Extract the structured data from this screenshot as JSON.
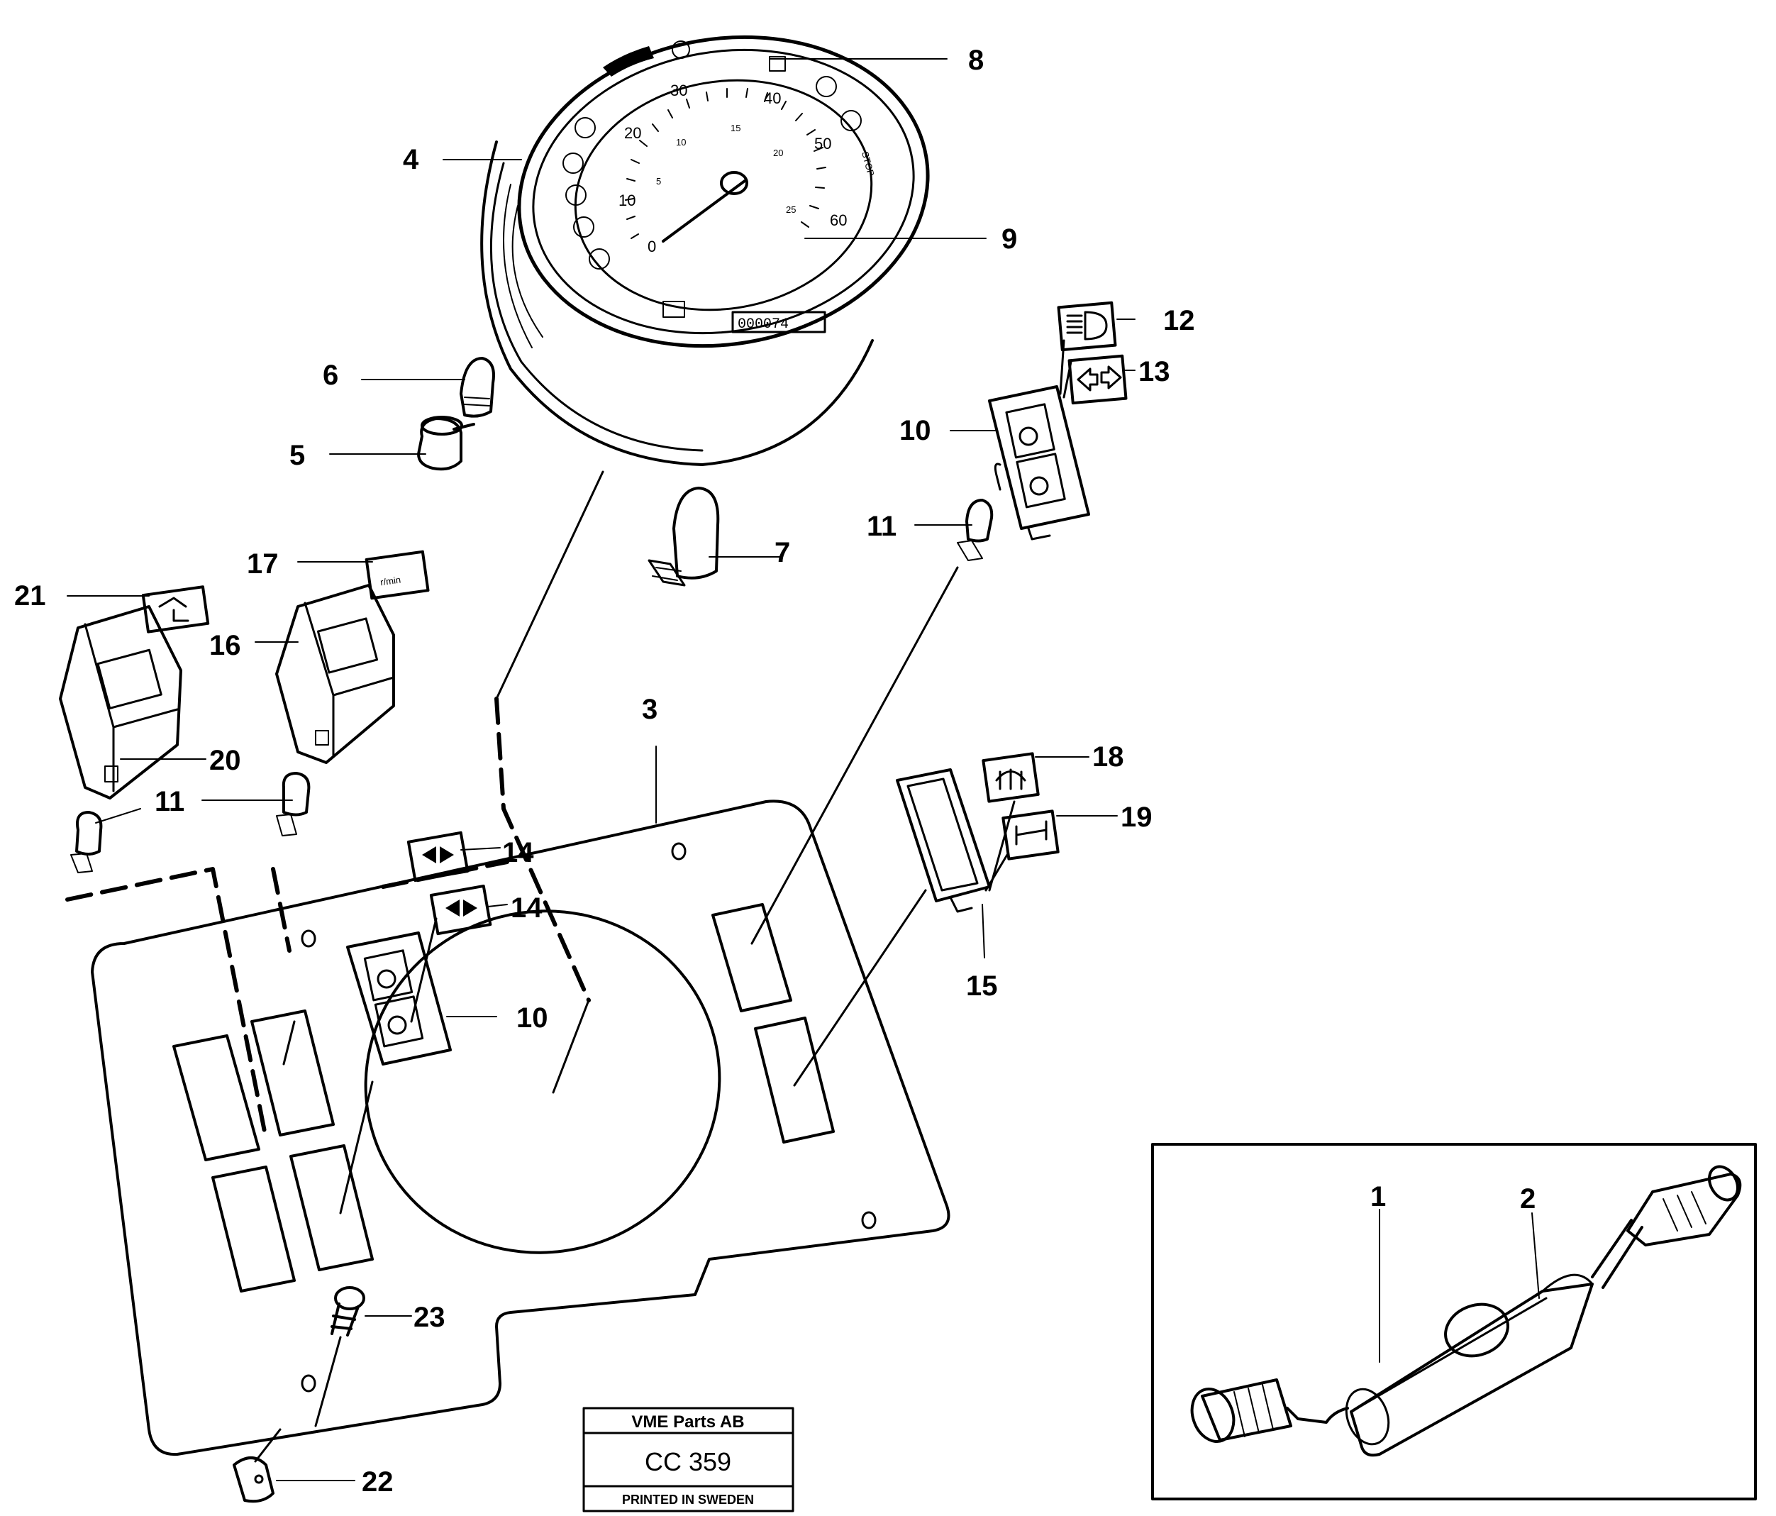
{
  "callouts": {
    "c1": "1",
    "c2": "2",
    "c3": "3",
    "c4": "4",
    "c5": "5",
    "c6": "6",
    "c7": "7",
    "c8": "8",
    "c9": "9",
    "c10a": "10",
    "c10b": "10",
    "c11a": "11",
    "c11b": "11",
    "c12": "12",
    "c13": "13",
    "c14a": "14",
    "c14b": "14",
    "c15": "15",
    "c16": "16",
    "c17": "17",
    "c18": "18",
    "c19": "19",
    "c20": "20",
    "c21": "21",
    "c22": "22",
    "c23": "23"
  },
  "gauge": {
    "outer_scale": [
      "0",
      "10",
      "20",
      "30",
      "40",
      "50",
      "60"
    ],
    "inner_scale": [
      "5",
      "10",
      "15",
      "20",
      "25"
    ],
    "stop_text": "STOP",
    "odometer": "000074"
  },
  "decal_text": {
    "rpm": "r/min"
  },
  "stamp": {
    "company": "VME Parts AB",
    "code": "CC 359",
    "printed": "PRINTED IN SWEDEN"
  }
}
